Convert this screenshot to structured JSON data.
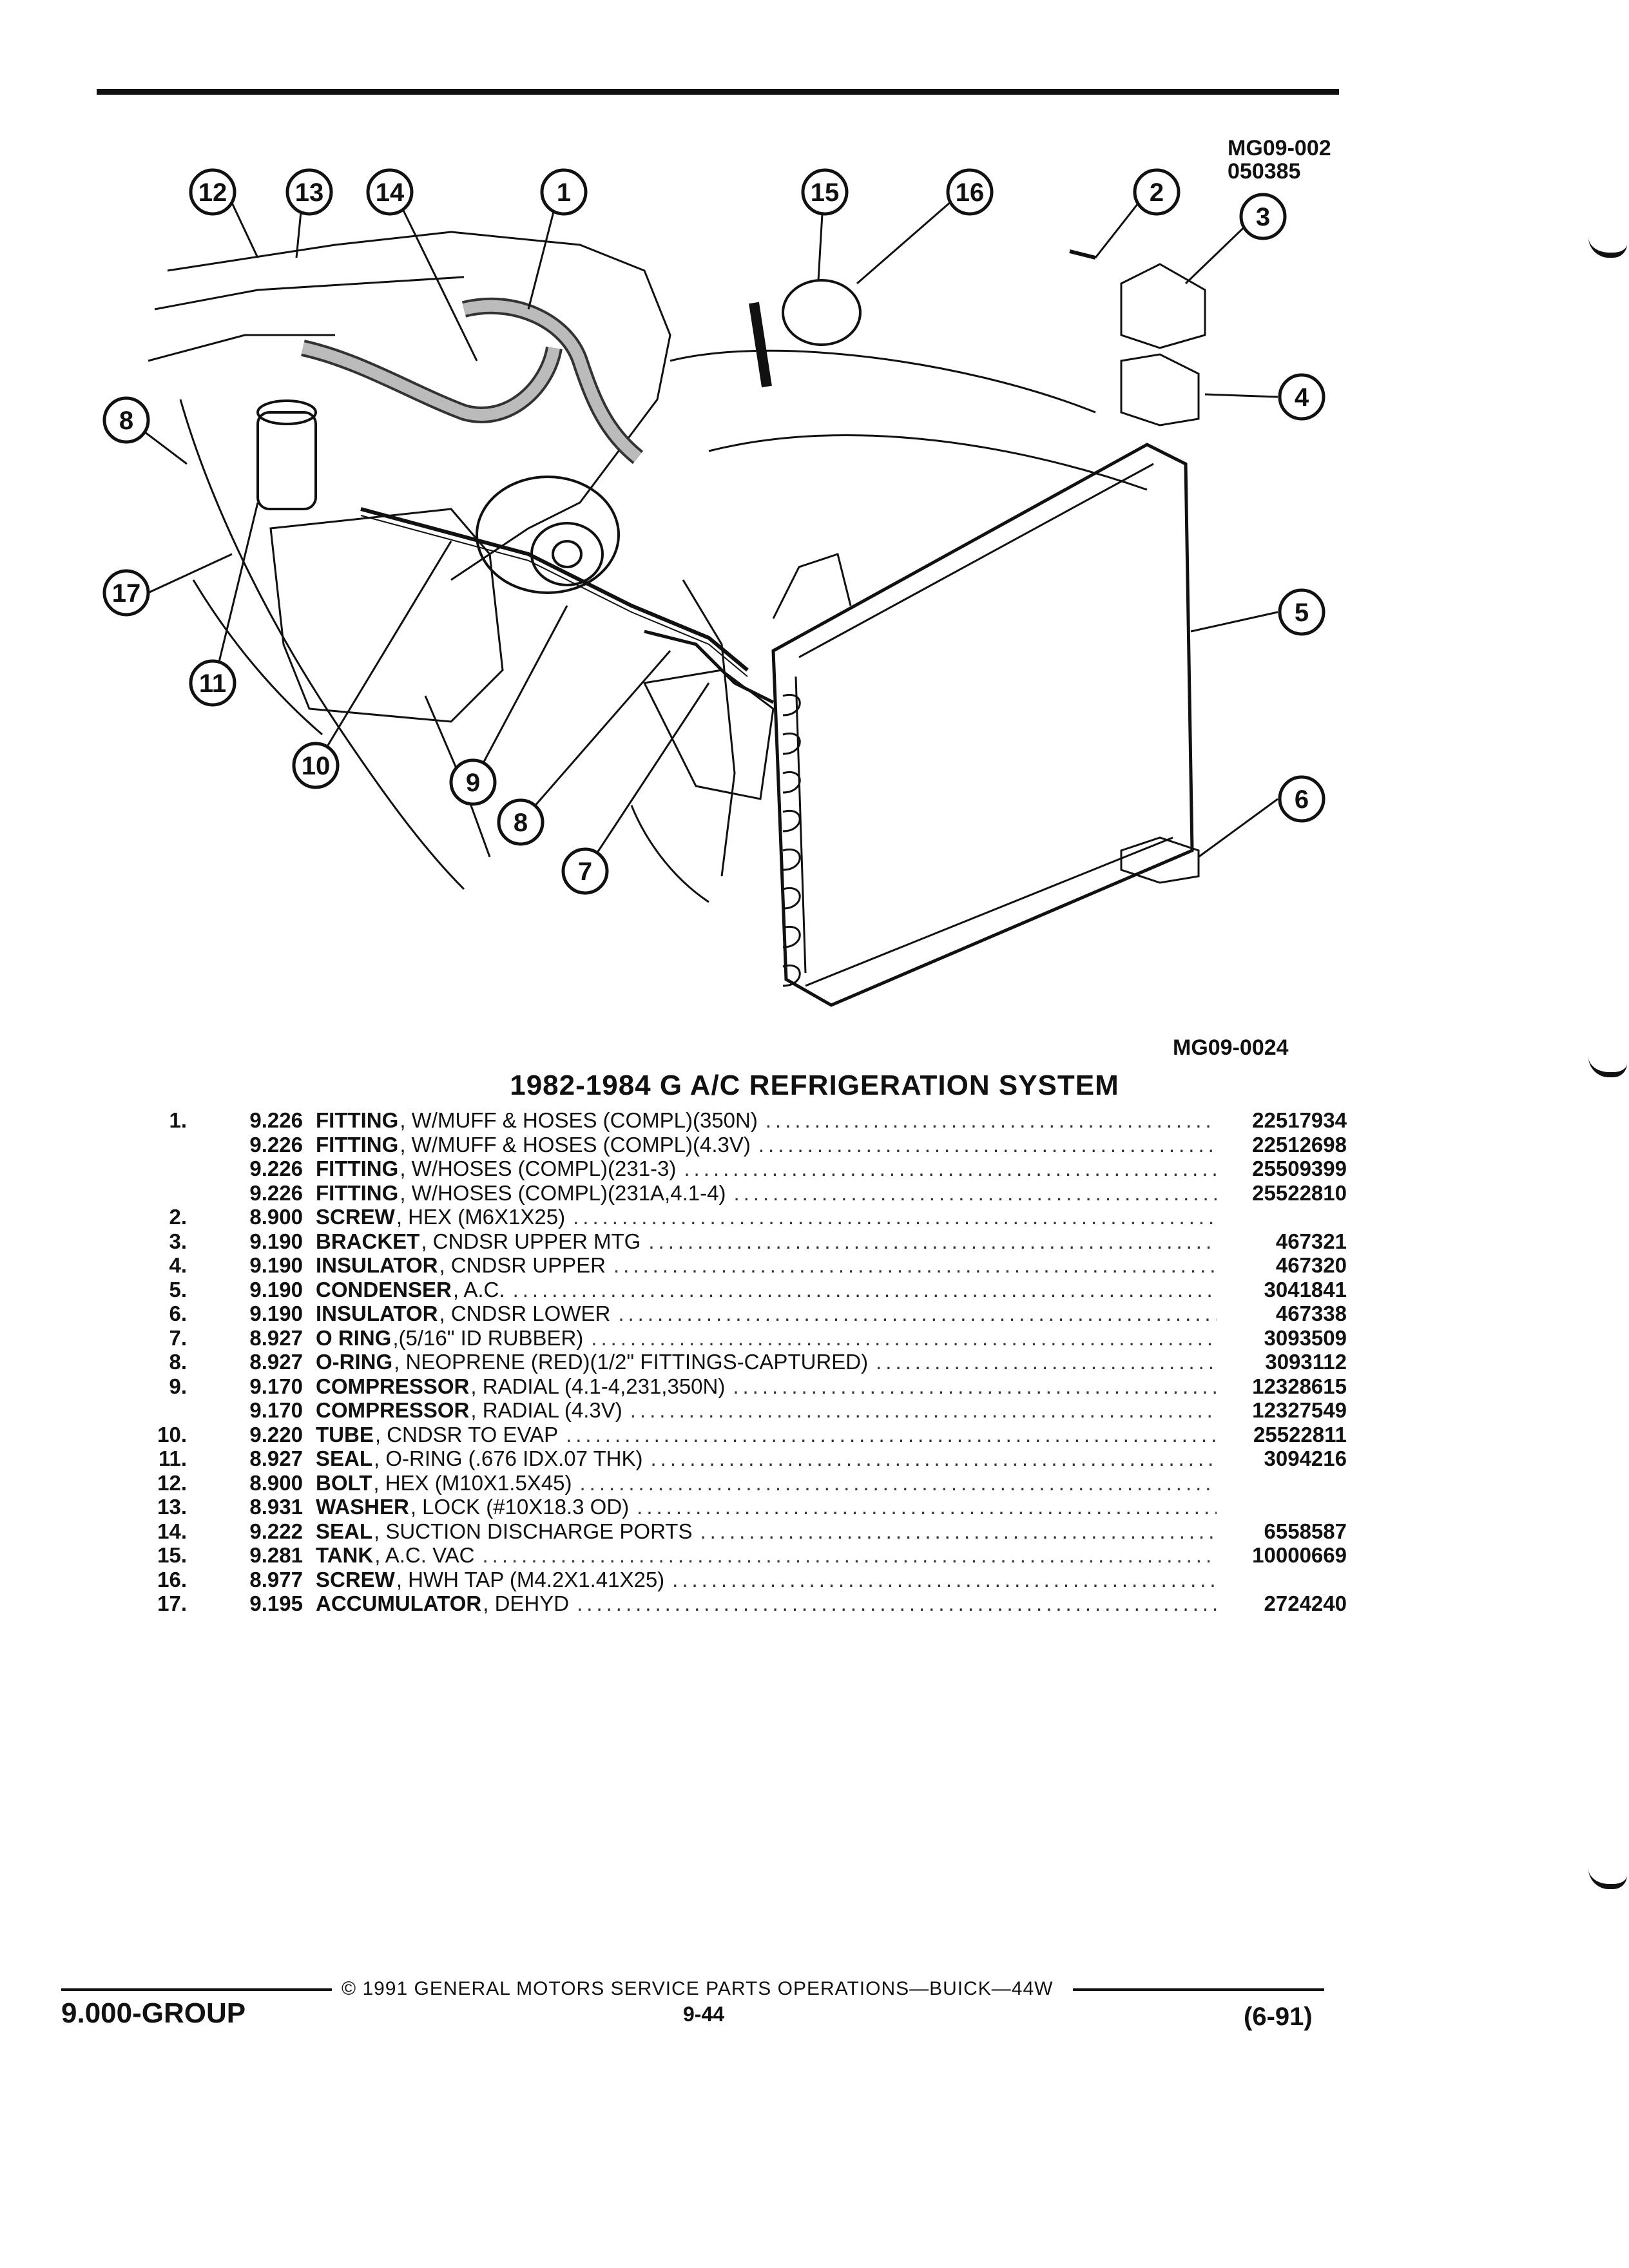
{
  "header": {
    "figure_code": "MG09-002",
    "figure_date": "050385"
  },
  "diagram": {
    "image_code": "MG09-0024",
    "callouts": [
      "1",
      "2",
      "3",
      "4",
      "5",
      "6",
      "7",
      "8",
      "9",
      "10",
      "11",
      "12",
      "13",
      "14",
      "15",
      "16",
      "17"
    ]
  },
  "title": "1982-1984 G A/C REFRIGERATION SYSTEM",
  "parts": [
    {
      "num": "1.",
      "code": "9.226",
      "name": "FITTING",
      "detail": ", W/MUFF & HOSES (COMPL)(350N)",
      "part_no": "22517934"
    },
    {
      "num": "",
      "code": "9.226",
      "name": "FITTING",
      "detail": ", W/MUFF & HOSES (COMPL)(4.3V)",
      "part_no": "22512698"
    },
    {
      "num": "",
      "code": "9.226",
      "name": "FITTING",
      "detail": ", W/HOSES (COMPL)(231-3)",
      "part_no": "25509399"
    },
    {
      "num": "",
      "code": "9.226",
      "name": "FITTING",
      "detail": ", W/HOSES (COMPL)(231A,4.1-4)",
      "part_no": "25522810"
    },
    {
      "num": "2.",
      "code": "8.900",
      "name": "SCREW",
      "detail": ", HEX (M6X1X25)",
      "part_no": ""
    },
    {
      "num": "3.",
      "code": "9.190",
      "name": "BRACKET",
      "detail": ", CNDSR UPPER MTG",
      "part_no": "467321"
    },
    {
      "num": "4.",
      "code": "9.190",
      "name": "INSULATOR",
      "detail": ", CNDSR UPPER",
      "part_no": "467320"
    },
    {
      "num": "5.",
      "code": "9.190",
      "name": "CONDENSER",
      "detail": ", A.C.",
      "part_no": "3041841"
    },
    {
      "num": "6.",
      "code": "9.190",
      "name": "INSULATOR",
      "detail": ", CNDSR LOWER",
      "part_no": "467338"
    },
    {
      "num": "7.",
      "code": "8.927",
      "name": "O RING",
      "detail": ",(5/16\" ID RUBBER)",
      "part_no": "3093509"
    },
    {
      "num": "8.",
      "code": "8.927",
      "name": "O-RING",
      "detail": ", NEOPRENE (RED)(1/2\" FITTINGS-CAPTURED)",
      "part_no": "3093112"
    },
    {
      "num": "9.",
      "code": "9.170",
      "name": "COMPRESSOR",
      "detail": ", RADIAL (4.1-4,231,350N)",
      "part_no": "12328615"
    },
    {
      "num": "",
      "code": "9.170",
      "name": "COMPRESSOR",
      "detail": ", RADIAL (4.3V)",
      "part_no": "12327549"
    },
    {
      "num": "10.",
      "code": "9.220",
      "name": "TUBE",
      "detail": ", CNDSR TO EVAP",
      "part_no": "25522811"
    },
    {
      "num": "11.",
      "code": "8.927",
      "name": "SEAL",
      "detail": ", O-RING (.676 IDX.07 THK)",
      "part_no": "3094216"
    },
    {
      "num": "12.",
      "code": "8.900",
      "name": "BOLT",
      "detail": ", HEX (M10X1.5X45)",
      "part_no": ""
    },
    {
      "num": "13.",
      "code": "8.931",
      "name": "WASHER",
      "detail": ", LOCK (#10X18.3 OD)",
      "part_no": ""
    },
    {
      "num": "14.",
      "code": "9.222",
      "name": "SEAL",
      "detail": ", SUCTION DISCHARGE PORTS",
      "part_no": "6558587"
    },
    {
      "num": "15.",
      "code": "9.281",
      "name": "TANK",
      "detail": ", A.C. VAC",
      "part_no": "10000669"
    },
    {
      "num": "16.",
      "code": "8.977",
      "name": "SCREW",
      "detail": ", HWH TAP (M4.2X1.41X25)",
      "part_no": ""
    },
    {
      "num": "17.",
      "code": "9.195",
      "name": "ACCUMULATOR",
      "detail": ", DEHYD",
      "part_no": "2724240"
    }
  ],
  "footer": {
    "copyright": "© 1991 GENERAL MOTORS SERVICE PARTS OPERATIONS—BUICK—44W",
    "group": "9.000-GROUP",
    "page": "9-44",
    "date": "(6-91)"
  },
  "colors": {
    "ink": "#111111",
    "paper": "#ffffff"
  }
}
